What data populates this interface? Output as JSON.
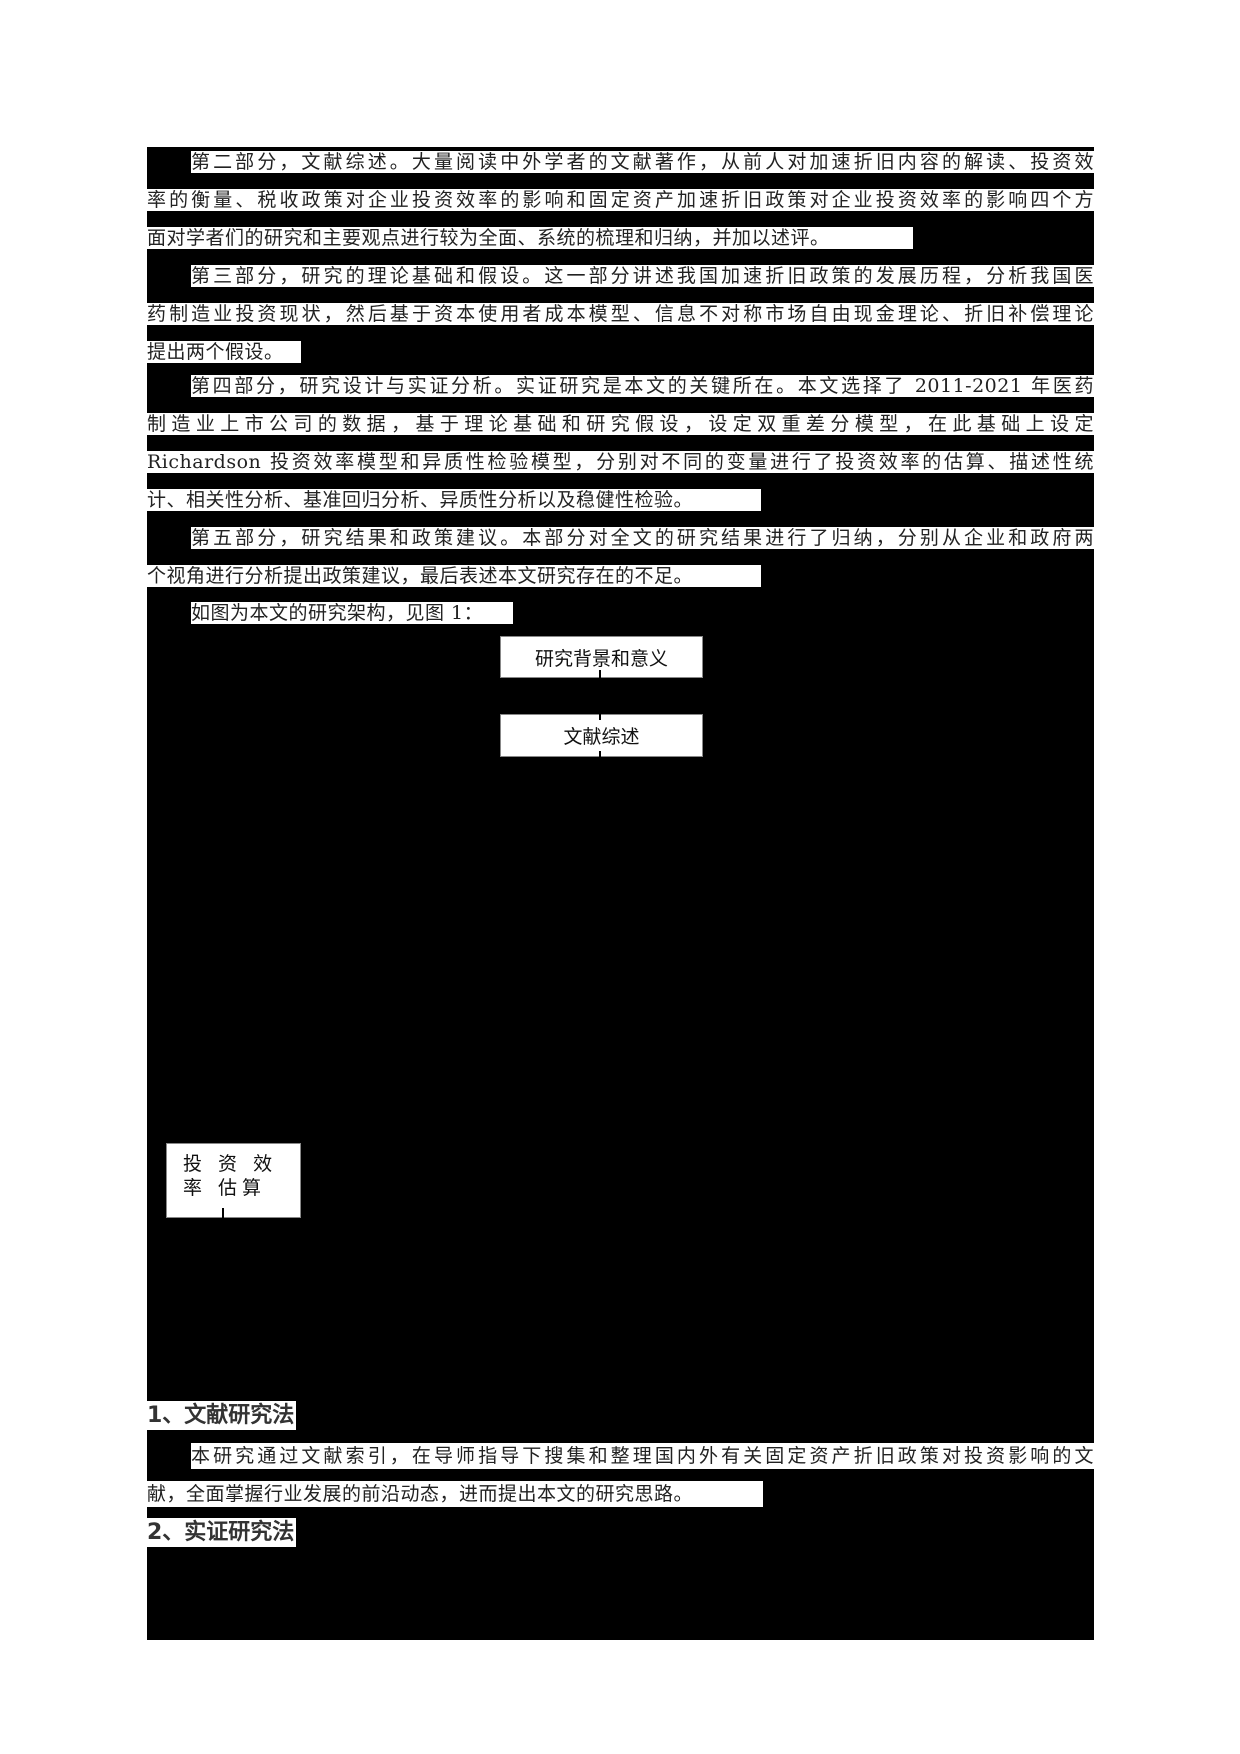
{
  "paragraphs": {
    "part2": {
      "lines": [
        "第二部分，文献综述。大量阅读中外学者的文献著作，从前人对加速折旧内容的解读、投资效",
        "率的衡量、税收政策对企业投资效率的影响和固定资产加速折旧政策对企业投资效率的影响四个方",
        "面对学者们的研究和主要观点进行较为全面、系统的梳理和归纳，并加以述评。"
      ]
    },
    "part3": {
      "lines": [
        "第三部分，研究的理论基础和假设。这一部分讲述我国加速折旧政策的发展历程，分析我国医",
        "药制造业投资现状，然后基于资本使用者成本模型、信息不对称市场自由现金理论、折旧补偿理论",
        "提出两个假设。"
      ]
    },
    "part4": {
      "lines": [
        "第四部分，研究设计与实证分析。实证研究是本文的关键所在。本文选择了 2011-2021 年医药",
        "制造业上市公司的数据，基于理论基础和研究假设，设定双重差分模型，在此基础上设定",
        "Richardson 投资效率模型和异质性检验模型，分别对不同的变量进行了投资效率的估算、描述性统",
        "计、相关性分析、基准回归分析、异质性分析以及稳健性检验。"
      ]
    },
    "part5": {
      "lines": [
        "第五部分，研究结果和政策建议。本部分对全文的研究结果进行了归纳，分别从企业和政府两",
        "个视角进行分析提出政策建议，最后表述本文研究存在的不足。"
      ]
    },
    "figure_intro": "如图为本文的研究架构，见图 1："
  },
  "flowchart": {
    "boxes": [
      {
        "label": "研究背景和意义"
      },
      {
        "label": "文献综述"
      },
      {
        "label": "投 资 效 率 估算"
      }
    ]
  },
  "methods": {
    "heading1": "1、文献研究法",
    "heading1_lines": [
      "本研究通过文献索引，在导师指导下搜集和整理国内外有关固定资产折旧政策对投资影响的文",
      "献，全面掌握行业发展的前沿动态，进而提出本文的研究思路。"
    ],
    "heading2": "2、实证研究法"
  }
}
